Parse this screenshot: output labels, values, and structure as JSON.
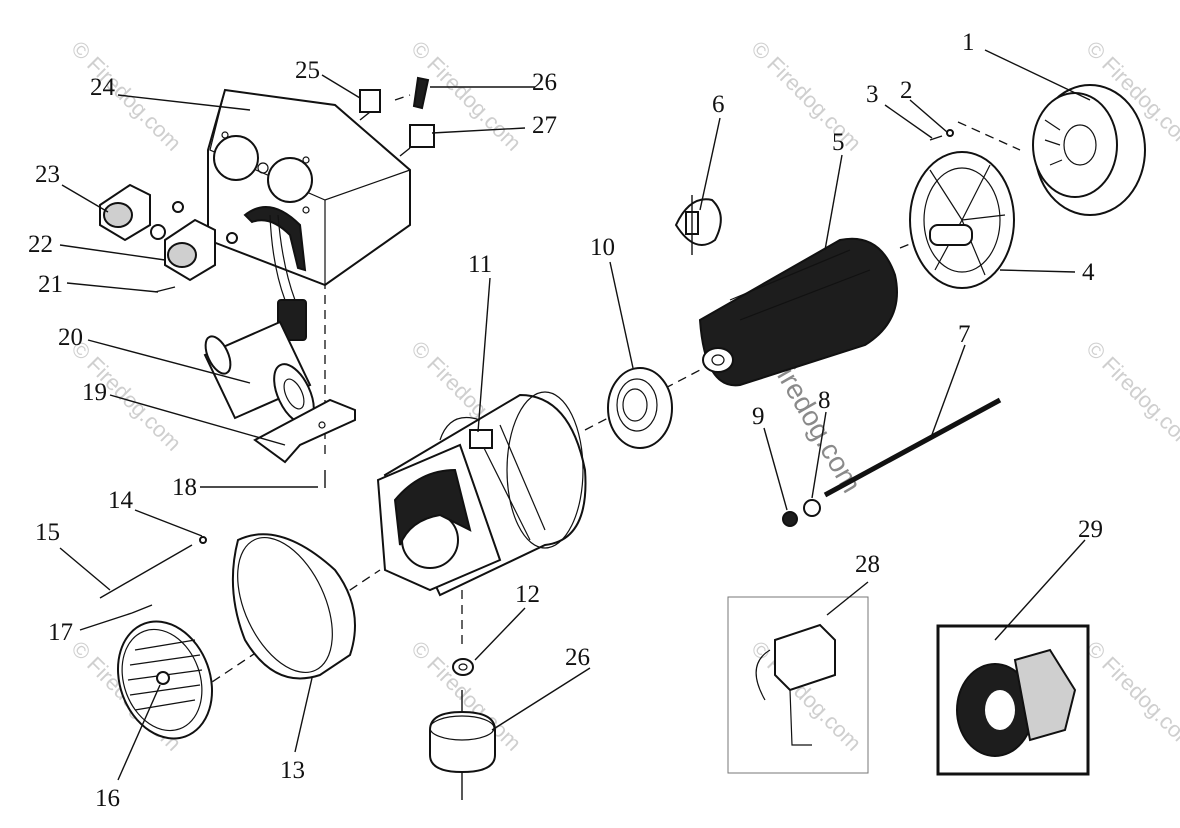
{
  "callouts": [
    {
      "id": "1",
      "label": "1"
    },
    {
      "id": "2",
      "label": "2"
    },
    {
      "id": "3",
      "label": "3"
    },
    {
      "id": "4",
      "label": "4"
    },
    {
      "id": "5",
      "label": "5"
    },
    {
      "id": "6",
      "label": "6"
    },
    {
      "id": "7",
      "label": "7"
    },
    {
      "id": "8",
      "label": "8"
    },
    {
      "id": "9",
      "label": "9"
    },
    {
      "id": "10",
      "label": "10"
    },
    {
      "id": "11",
      "label": "11"
    },
    {
      "id": "12",
      "label": "12"
    },
    {
      "id": "13",
      "label": "13"
    },
    {
      "id": "14",
      "label": "14"
    },
    {
      "id": "15",
      "label": "15"
    },
    {
      "id": "16",
      "label": "16"
    },
    {
      "id": "17",
      "label": "17"
    },
    {
      "id": "18",
      "label": "18"
    },
    {
      "id": "19",
      "label": "19"
    },
    {
      "id": "20",
      "label": "20"
    },
    {
      "id": "21",
      "label": "21"
    },
    {
      "id": "22",
      "label": "22"
    },
    {
      "id": "23",
      "label": "23"
    },
    {
      "id": "24",
      "label": "24"
    },
    {
      "id": "25",
      "label": "25"
    },
    {
      "id": "26a",
      "label": "26"
    },
    {
      "id": "26b",
      "label": "26"
    },
    {
      "id": "27",
      "label": "27"
    },
    {
      "id": "28",
      "label": "28"
    },
    {
      "id": "29",
      "label": "29"
    }
  ],
  "watermark": {
    "text": "© Firedog.com",
    "center_text": "Firedog.com"
  }
}
